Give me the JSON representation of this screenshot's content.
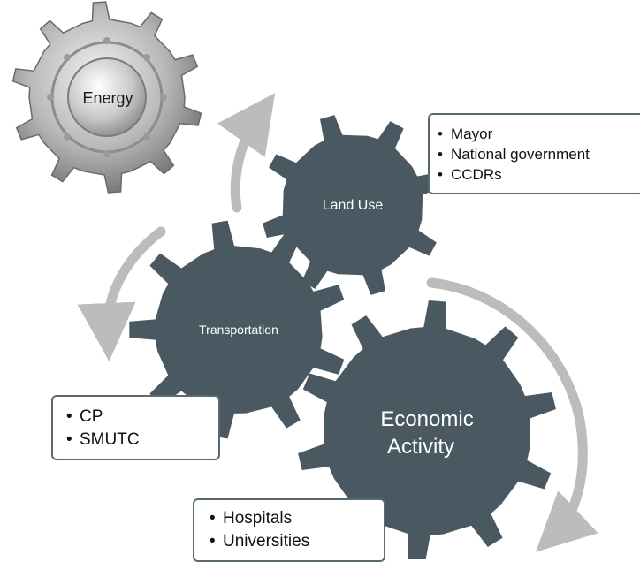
{
  "colors": {
    "gear": "#4a5961",
    "arrow": "#bcbcbc",
    "box_border": "#5a6a72",
    "energy_metal": "#a8a8a8"
  },
  "gears": {
    "energy": {
      "label": "Energy"
    },
    "land_use": {
      "label": "Land Use"
    },
    "transportation": {
      "label": "Transportation"
    },
    "economic_activity": {
      "label_line1": "Economic",
      "label_line2": "Activity"
    }
  },
  "stakeholders": {
    "land_use": [
      "Mayor",
      "National government",
      "CCDRs"
    ],
    "transportation": [
      "CP",
      "SMUTC"
    ],
    "economic_activity": [
      "Hospitals",
      "Universities"
    ]
  }
}
